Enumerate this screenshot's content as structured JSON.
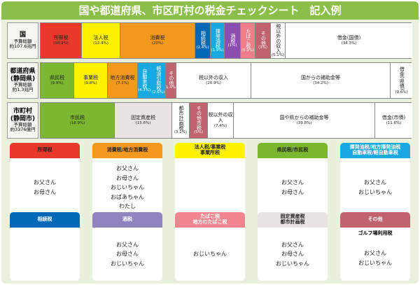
{
  "title": "国や都道府県、市区町村の税金チェックシート　記入例",
  "rows": [
    {
      "label": "国",
      "sub1": "予算総額",
      "sub2": "約107.6兆円",
      "segments": [
        {
          "name": "所得税",
          "pct": "(18.9%)",
          "color": "#e8392a",
          "text": "#222"
        },
        {
          "name": "法人税",
          "pct": "(12.4%)",
          "color": "#fff200",
          "text": "#222"
        },
        {
          "name": "消費税",
          "pct": "(20%)",
          "color": "#f39a1e",
          "text": "#222"
        },
        {
          "name": "相続税",
          "pct": "(2.4%)",
          "color": "#0068b7",
          "text": "#fff",
          "v": true
        },
        {
          "name": "揮発油税",
          "pct": "(1.9%)",
          "color": "#18a9e0",
          "text": "#fff",
          "v": true
        },
        {
          "name": "酒税",
          "pct": "(1%)",
          "color": "#8b4fb0",
          "text": "#fff",
          "v": true
        },
        {
          "name": "たばこ税",
          "pct": "(0.9%)",
          "color": "#f07e8a",
          "text": "#fff",
          "v": true
        },
        {
          "name": "その他",
          "pct": "(3%)",
          "color": "#c0636f",
          "text": "#fff",
          "v": true
        },
        {
          "name": "税以外の収入",
          "pct": "(5.1%)",
          "color": "#fff",
          "text": "#222",
          "v": true
        },
        {
          "name": "借金(国債)",
          "pct": "(34.3%)",
          "color": "#fff",
          "text": "#222"
        }
      ]
    },
    {
      "label": "都道府県\n(静岡県)",
      "sub1": "予算総額",
      "sub2": "約1.3兆円",
      "segments": [
        {
          "name": "県民税",
          "pct": "(9.9%)",
          "color": "#7cb82f",
          "text": "#222"
        },
        {
          "name": "事業税",
          "pct": "(9.8%)",
          "color": "#fff200",
          "text": "#222"
        },
        {
          "name": "地方消費税",
          "pct": "(7.1%)",
          "color": "#f39a1e",
          "text": "#222"
        },
        {
          "name": "自動車税",
          "pct": "(4.3%)",
          "color": "#18a9e0",
          "text": "#fff",
          "v": true
        },
        {
          "name": "軽油引取税",
          "pct": "(2.6%)",
          "color": "#18a9e0",
          "text": "#fff",
          "v": true
        },
        {
          "name": "その他",
          "pct": "1.4%",
          "color": "#c0636f",
          "text": "#fff",
          "v": true
        },
        {
          "name": "税以外の収入",
          "pct": "(20.9%)",
          "color": "#fff",
          "text": "#222"
        },
        {
          "name": "国からの補助金等",
          "pct": "(34.2%)",
          "color": "#fff",
          "text": "#222"
        },
        {
          "name": "借金(県債)",
          "pct": "(9.6%)",
          "color": "#fff",
          "text": "#222",
          "v": true
        }
      ]
    },
    {
      "label": "市町村\n(静岡市)",
      "sub1": "予算総額",
      "sub2": "約3376億円",
      "segments": [
        {
          "name": "市民税",
          "pct": "(18.9%)",
          "color": "#7cb82f",
          "text": "#222"
        },
        {
          "name": "固定資産税",
          "pct": "(15.6%)",
          "color": "#e8e4e4",
          "text": "#222"
        },
        {
          "name": "都市計画税",
          "pct": "(3.1%)",
          "color": "#fff",
          "text": "#222",
          "v": true
        },
        {
          "name": "その他市税",
          "pct": "(5%)",
          "color": "#c0636f",
          "text": "#fff",
          "v": true
        },
        {
          "name": "税以外の収入",
          "pct": "(7.4%)",
          "color": "#fff",
          "text": "#222"
        },
        {
          "name": "国や県からの補助金等",
          "pct": "(39.8%)",
          "color": "#fff",
          "text": "#222"
        },
        {
          "name": "借金(市債)",
          "pct": "(11.6%)",
          "color": "#fff",
          "text": "#222"
        }
      ]
    }
  ],
  "cards": [
    {
      "header": "所得税",
      "color": "#e8392a",
      "text": "#222",
      "people": [
        "お父さん",
        "お母さん"
      ]
    },
    {
      "header": "消費税/地方消費税",
      "color": "#f39a1e",
      "text": "#222",
      "people": [
        "お父さん",
        "お母さん",
        "おじいちゃん",
        "おばあちゃん",
        "わたし"
      ]
    },
    {
      "header": "法人税/事業税\n事業所税",
      "color": "#fff200",
      "text": "#222",
      "people": []
    },
    {
      "header": "県民税/市民税",
      "color": "#7cb82f",
      "text": "#222",
      "people": [
        "お父さん",
        "お母さん"
      ]
    },
    {
      "header": "揮発油税/地方揮発油税\n自動車税/軽自動車税",
      "color": "#18a9e0",
      "text": "#fff",
      "people": [
        "お父さん",
        "おじいちゃん"
      ]
    },
    {
      "header": "相続税",
      "color": "#0068b7",
      "text": "#fff",
      "people": []
    },
    {
      "header": "酒税",
      "color": "#8f84c0",
      "text": "#fff",
      "people": [
        "お父さん",
        "お母さん",
        "おじいちゃん"
      ]
    },
    {
      "header": "たばこ税\n地方のたばこ税",
      "color": "#f08690",
      "text": "#fff",
      "people": [
        "おじいちゃん"
      ]
    },
    {
      "header": "固定資産税\n都市計画税",
      "color": "#e8e4e4",
      "text": "#222",
      "people": [
        "お父さん",
        "お母さん",
        "おじいちゃん"
      ]
    },
    {
      "header": "その他",
      "color": "#c0636f",
      "text": "#fff",
      "note": "ゴルフ場利用税",
      "people": [
        "お父さん",
        "おじいちゃん"
      ]
    }
  ]
}
